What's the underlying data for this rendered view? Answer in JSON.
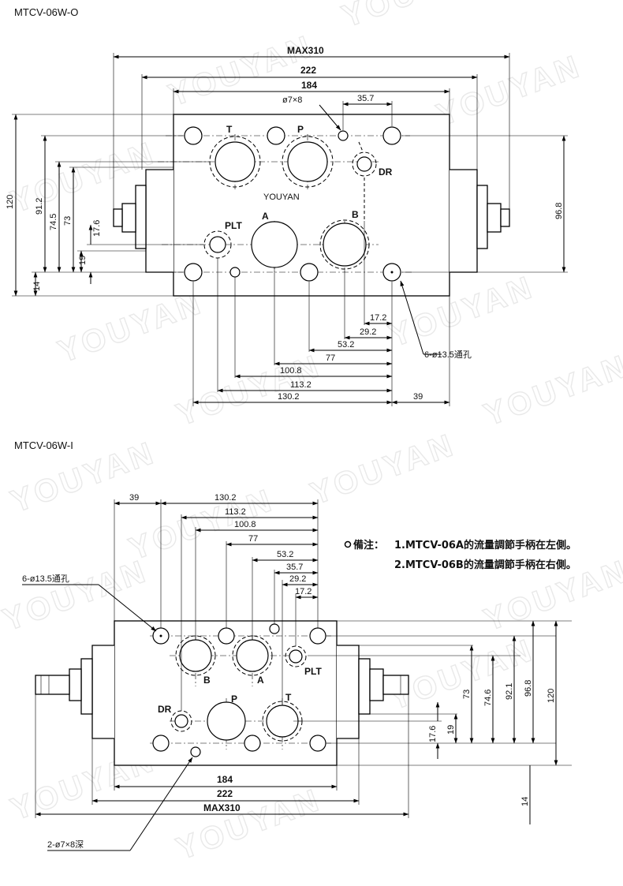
{
  "watermark": "YOUYAN",
  "top_view": {
    "title": "MTCV-06W-O",
    "center_brand": "YOUYAN",
    "ports": {
      "t": "T",
      "p": "P",
      "a": "A",
      "b": "B",
      "plt": "PLT",
      "dr": "DR"
    },
    "dims": {
      "max": "MAX310",
      "w222": "222",
      "w184": "184",
      "hole_pin": "ø7×8",
      "d357": "35.7",
      "h120": "120",
      "h912": "91.2",
      "h745": "74.5",
      "h73": "73",
      "h176": "17.6",
      "h19": "19",
      "h14": "14",
      "h968": "96.8",
      "d172": "17.2",
      "d292": "29.2",
      "d532": "53.2",
      "d77": "77",
      "d1008": "100.8",
      "d1132": "113.2",
      "d1302": "130.2",
      "d39": "39",
      "mount_holes": "6-ø13.5通孔"
    }
  },
  "bottom_view": {
    "title": "MTCV-06W-I",
    "ports": {
      "b": "B",
      "a": "A",
      "plt": "PLT",
      "p": "P",
      "t": "T",
      "dr": "DR"
    },
    "dims": {
      "d39": "39",
      "d1302": "130.2",
      "d1132": "113.2",
      "d1008": "100.8",
      "d77": "77",
      "d532": "53.2",
      "d357": "35.7",
      "d292": "29.2",
      "d172": "17.2",
      "mount_holes": "6-ø13.5通孔",
      "h176": "17.6",
      "h19": "19",
      "h73": "73",
      "h746": "74.6",
      "h921": "92.1",
      "h968": "96.8",
      "h120": "120",
      "h14": "14",
      "w184": "184",
      "w222": "222",
      "max": "MAX310",
      "pin_holes": "2-ø7×8深"
    }
  },
  "notes": {
    "prefix": "備注：",
    "line1": "1.MTCV-06A的流量調節手柄在左側。",
    "line2": "2.MTCV-06B的流量調節手柄在右側。"
  }
}
